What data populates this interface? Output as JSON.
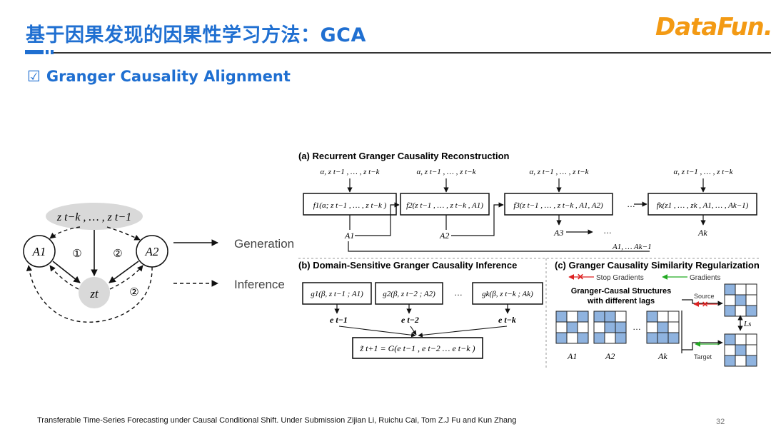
{
  "slide": {
    "title": "基于因果发现的因果性学习方法：GCA",
    "logo": "DataFun.",
    "subtitle": "Granger Causality Alignment",
    "subtitle_icon": "checkbox-icon",
    "footer": "Transferable Time-Series Forecasting under Causal Conditional Shift. Under Submission Zijian Li, Ruichu Cai, Tom Z.J Fu and Kun Zhang",
    "page_number": "32",
    "accent_color": "#1f6fd1",
    "logo_color": "#f39a14"
  },
  "left_graph": {
    "top_node": "z t−k , … , z t−1",
    "node_a1": "A1",
    "node_a2": "A2",
    "node_zt": "zt",
    "mark1": "①",
    "mark2a": "②",
    "mark2b": "②",
    "legend_generation": "Generation",
    "legend_inference": "Inference"
  },
  "panel_a": {
    "title": "(a) Recurrent Granger Causality Reconstruction",
    "inputs": [
      "α, z t−1 , … , z t−k",
      "α, z t−1 , … , z t−k",
      "α, z t−1 , … , z t−k",
      "α, z t−1 , … , z t−k"
    ],
    "boxes": [
      "f1(α; z t−1 , … , z t−k )",
      "f2(z t−1 , … , z t−k , A1)",
      "f3(z t−1 , … , z t−k , A1, A2)",
      "fk(z1 , … , zk , A1, … , Ak−1)"
    ],
    "outputs": [
      "A1",
      "A2",
      "A3",
      "Ak"
    ],
    "ellipsis": "…",
    "bottom_label": "A1, … Ak−1"
  },
  "panel_b": {
    "title": "(b) Domain-Sensitive Granger Causality Inference",
    "boxes": [
      "g1(β, z t−1 ; A1)",
      "g2(β, z t−2 ; A2)",
      "gk(β, z t−k ; Ak)"
    ],
    "ellipsis": "…",
    "errors": [
      "e t−1",
      "e t−2",
      "e t−k"
    ],
    "result": "z̃ t+1 = G(e t−1 , e t−2 … e t−k )"
  },
  "panel_c": {
    "title": "(c) Granger Causality Similarity Regularization",
    "stop_gradients": "Stop Gradients",
    "gradients": "Gradients",
    "structures_line1": "Granger-Causal Structures",
    "structures_line2": "with different lags",
    "matrix_labels": [
      "A1",
      "A2",
      "Ak"
    ],
    "ellipsis": "…",
    "source": "Source",
    "target": "Target",
    "loss": "Ls",
    "cell_color": "#8fb3df"
  }
}
